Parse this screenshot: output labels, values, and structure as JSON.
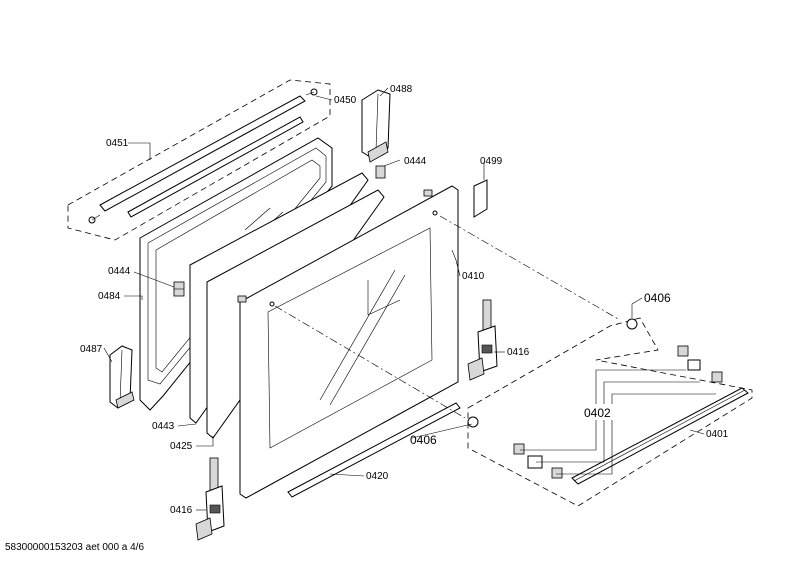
{
  "labels": {
    "p0451": "0451",
    "p0450": "0450",
    "p0488": "0488",
    "p0444a": "0444",
    "p0499": "0499",
    "p0444b": "0444",
    "p0484": "0484",
    "p0410": "0410",
    "p0406a": "0406",
    "p0487": "0487",
    "p0416a": "0416",
    "p0402": "0402",
    "p0401": "0401",
    "p0443": "0443",
    "p0406b": "0406",
    "p0425": "0425",
    "p0420": "0420",
    "p0416b": "0416"
  },
  "footer": "58300000153203 aet 000 a 4/6"
}
